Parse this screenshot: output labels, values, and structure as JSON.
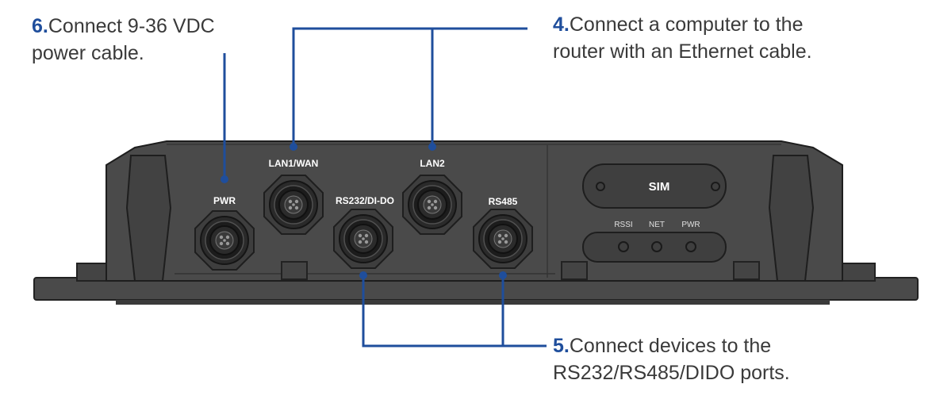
{
  "callouts": {
    "power": {
      "number": "6.",
      "line1": "Connect 9-36 VDC",
      "line2": "power cable."
    },
    "computer": {
      "number": "4.",
      "line1": "Connect a computer to the",
      "line2": "router with an Ethernet cable."
    },
    "devices": {
      "number": "5.",
      "line1": "Connect devices to the",
      "line2": "RS232/RS485/DIDO ports."
    }
  },
  "ports": {
    "pwr": "PWR",
    "lan1_wan": "LAN1/WAN",
    "rs232": "RS232/DI-DO",
    "lan2": "LAN2",
    "rs485": "RS485"
  },
  "sim_label": "SIM",
  "leds": {
    "rssi": "RSSI",
    "net": "NET",
    "pwr": "PWR"
  },
  "colors": {
    "accent": "#1f4e9c",
    "body": "#4a4a4a",
    "text": "#3a3a3a"
  }
}
